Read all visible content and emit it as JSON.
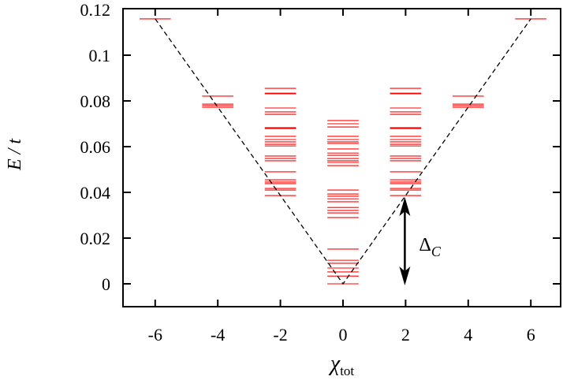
{
  "chart_data": {
    "type": "scatter",
    "subtype": "energy-level-spectrum",
    "title": "",
    "xlabel": "χ_tot",
    "ylabel": "E / t",
    "xlim": [
      -7,
      7
    ],
    "ylim": [
      -0.01,
      0.12
    ],
    "x_ticks": [
      -6,
      -4,
      -2,
      0,
      2,
      4,
      6
    ],
    "x_tick_labels": [
      "-6",
      "-4",
      "-2",
      "0",
      "2",
      "4",
      "6"
    ],
    "y_ticks": [
      0,
      0.02,
      0.04,
      0.06,
      0.08,
      0.1,
      0.12
    ],
    "y_tick_labels": [
      "0",
      "0.02",
      "0.04",
      "0.06",
      "0.08",
      "0.1",
      "0.12"
    ],
    "grid": false,
    "legend": null,
    "series": [
      {
        "name": "energy levels",
        "color": "#ff0000",
        "marker": "horizontal-bar",
        "bar_half_width": 0.5,
        "levels": [
          {
            "x": -6,
            "energies": [
              0.1159
            ]
          },
          {
            "x": -4,
            "energies": [
              0.0821,
              0.0786,
              0.0779,
              0.0772
            ]
          },
          {
            "x": -2,
            "energies": [
              0.0855,
              0.0834,
              0.0831,
              0.0769,
              0.0752,
              0.0741,
              0.0683,
              0.0679,
              0.0645,
              0.0631,
              0.0621,
              0.061,
              0.0603,
              0.0559,
              0.0548,
              0.0538,
              0.049,
              0.0455,
              0.0445,
              0.0438,
              0.0417,
              0.041,
              0.0386
            ]
          },
          {
            "x": 0,
            "energies": [
              0.0714,
              0.07,
              0.0686,
              0.0645,
              0.0631,
              0.0621,
              0.0614,
              0.059,
              0.0572,
              0.0562,
              0.0548,
              0.0538,
              0.0531,
              0.0517,
              0.041,
              0.0393,
              0.0383,
              0.0372,
              0.0359,
              0.0334,
              0.0321,
              0.031,
              0.029,
              0.0152,
              0.0103,
              0.009,
              0.0069,
              0.0052,
              0.0034,
              0.0
            ]
          },
          {
            "x": 2,
            "energies": [
              0.0855,
              0.0834,
              0.0831,
              0.0769,
              0.0752,
              0.0741,
              0.0683,
              0.0679,
              0.0645,
              0.0631,
              0.0621,
              0.061,
              0.0603,
              0.0559,
              0.0548,
              0.0538,
              0.049,
              0.0455,
              0.0445,
              0.0438,
              0.0417,
              0.041,
              0.0386
            ]
          },
          {
            "x": 4,
            "energies": [
              0.0821,
              0.0786,
              0.0779,
              0.0772
            ]
          },
          {
            "x": 6,
            "energies": [
              0.1159
            ]
          }
        ]
      },
      {
        "name": "linear envelope",
        "color": "#000000",
        "style": "dashed",
        "x": [
          -6,
          0,
          6
        ],
        "values": [
          0.1159,
          0.0,
          0.1159
        ]
      }
    ],
    "annotations": [
      {
        "type": "double-arrow",
        "x": 2,
        "y_from": 0.0,
        "y_to": 0.0386,
        "label": "Δ_C",
        "label_main": "Δ",
        "label_sub": "C"
      }
    ]
  }
}
